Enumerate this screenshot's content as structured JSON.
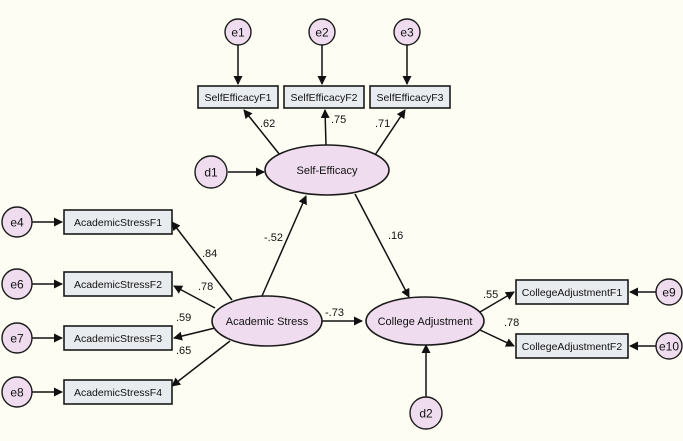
{
  "diagram": {
    "latent": {
      "self_efficacy": "Self-Efficacy",
      "academic_stress": "Academic Stress",
      "college_adjustment": "College Adjustment"
    },
    "observed": {
      "se_f1": "SelfEfficacyF1",
      "se_f2": "SelfEfficacyF2",
      "se_f3": "SelfEfficacyF3",
      "as_f1": "AcademicStressF1",
      "as_f2": "AcademicStressF2",
      "as_f3": "AcademicStressF3",
      "as_f4": "AcademicStressF4",
      "ca_f1": "CollegeAdjustmentF1",
      "ca_f2": "CollegeAdjustmentF2"
    },
    "errors": {
      "e1": "e1",
      "e2": "e2",
      "e3": "e3",
      "e4": "e4",
      "e6": "e6",
      "e7": "e7",
      "e8": "e8",
      "e9": "e9",
      "e10": "e10",
      "d1": "d1",
      "d2": "d2"
    },
    "coefficients": {
      "se_f1": ".62",
      "se_f2": ".75",
      "se_f3": ".71",
      "as_f1": ".84",
      "as_f2": ".78",
      "as_f3": ".59",
      "as_f4": ".65",
      "as_to_se": "-.52",
      "se_to_ca": ".16",
      "as_to_ca": "-.73",
      "ca_f1": ".55",
      "ca_f2": ".78"
    }
  }
}
